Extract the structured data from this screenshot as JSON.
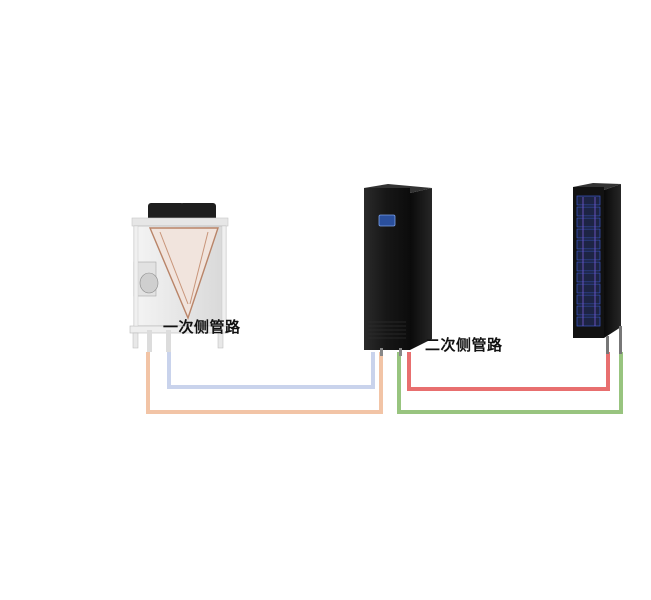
{
  "labels": {
    "primary_loop": "一次侧管路",
    "secondary_loop": "二次侧管路"
  },
  "colors": {
    "pipe_primary_supply": "#f2c4a6",
    "pipe_primary_return": "#c9d3ec",
    "pipe_secondary_supply": "#e86f6f",
    "pipe_secondary_return": "#98c47f",
    "cabinet_body": "#141414",
    "rack_led": "#3b58c8"
  },
  "equipment": [
    {
      "name": "dry-cooler-unit",
      "icon": "dry-cooler-icon"
    },
    {
      "name": "cdu-cabinet",
      "icon": "cdu-cabinet-icon"
    },
    {
      "name": "server-rack",
      "icon": "server-rack-icon"
    }
  ]
}
